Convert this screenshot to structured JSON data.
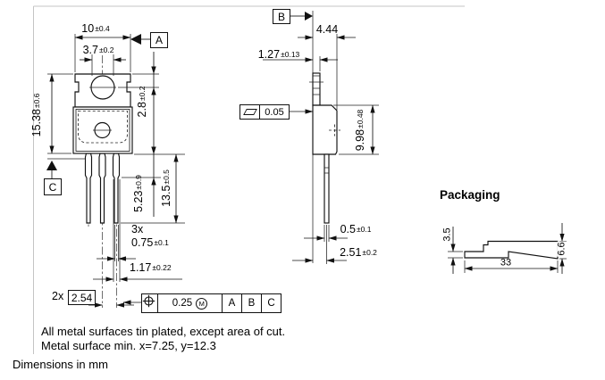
{
  "front_view": {
    "width": {
      "v": "10",
      "t": "±0.4"
    },
    "hole_dia": {
      "v": "3.7",
      "t": "±0.2"
    },
    "height": {
      "v": "15.38",
      "t": "±0.6"
    },
    "hole_center": {
      "v": "2.8",
      "t": "±0.2"
    },
    "shoulder_length": {
      "v": "5.23",
      "t": "±0.9"
    },
    "lead_length": {
      "v": "13.5",
      "t": "±0.5"
    },
    "lead_width_count": "3x",
    "lead_width": {
      "v": "0.75",
      "t": "±0.1"
    },
    "shoulder_width": {
      "v": "1.17",
      "t": "±0.22"
    },
    "pitch_count": "2x",
    "pitch": "2.54",
    "datum_a": "A",
    "datum_c": "C",
    "position_tolerance": {
      "value": "0.25",
      "modifier": "M",
      "datum_refs": [
        "A",
        "B",
        "C"
      ]
    }
  },
  "side_view": {
    "datum_b": "B",
    "depth": "4.44",
    "tab_thickness": {
      "v": "1.27",
      "t": "±0.13"
    },
    "flatness": "0.05",
    "body_height": {
      "v": "9.98",
      "t": "±0.48"
    },
    "lead_thickness": {
      "v": "0.5",
      "t": "±0.1"
    },
    "lead_offset": {
      "v": "2.51",
      "t": "±0.2"
    }
  },
  "packaging": {
    "title": "Packaging",
    "tail_height": "3.5",
    "length": "33",
    "height": "6.6"
  },
  "notes": {
    "line1": "All metal surfaces tin plated, except area of cut.",
    "line2": "Metal surface min. x=7.25, y=12.3"
  },
  "caption": "Dimensions in mm"
}
